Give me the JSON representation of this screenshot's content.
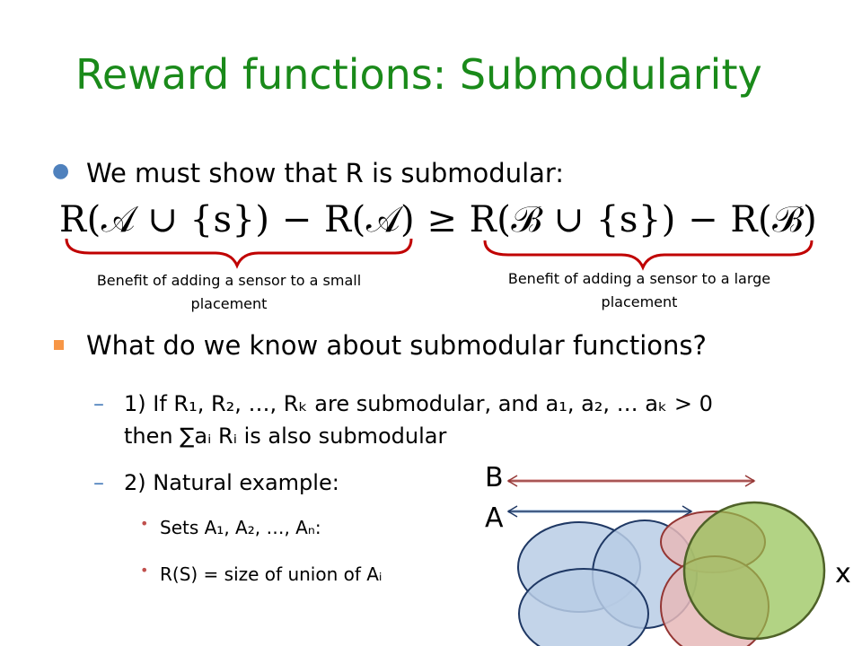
{
  "slide": {
    "title": "Reward functions: Submodularity",
    "bullet1": "We must show that  R is submodular:",
    "formula": "R(𝒜 ∪ {s}) − R(𝒜) ≥ R(ℬ ∪ {s}) − R(ℬ)",
    "caption_small": "Benefit of adding a sensor to a small placement",
    "caption_large": "Benefit of adding a sensor to a large placement",
    "bullet2": "What do we know about submodular functions?",
    "sub1_line1": "1) If R₁, R₂, …, Rₖ are submodular, and a₁, a₂, … aₖ > 0",
    "sub1_line2": "then ∑aᵢ Rᵢ is also submodular",
    "sub2": "2) Natural example:",
    "subsub1": "Sets A₁, A₂, …, Aₙ:",
    "subsub2": "R(S) = size of union of Aᵢ",
    "diagram": {
      "label_b": "B",
      "label_a": "A",
      "label_x": "x"
    }
  },
  "colors": {
    "title": "#1a8a1a",
    "bullet_blue": "#4f81bd",
    "bullet_orange": "#f79646",
    "brace_red": "#c00000",
    "set_blue_fill": "#b9cde5",
    "set_blue_stroke": "#1f3864",
    "set_red_fill": "#e6b9b8",
    "set_red_stroke": "#943634",
    "set_green_fill": "#92c050",
    "set_green_stroke": "#4f6228"
  }
}
